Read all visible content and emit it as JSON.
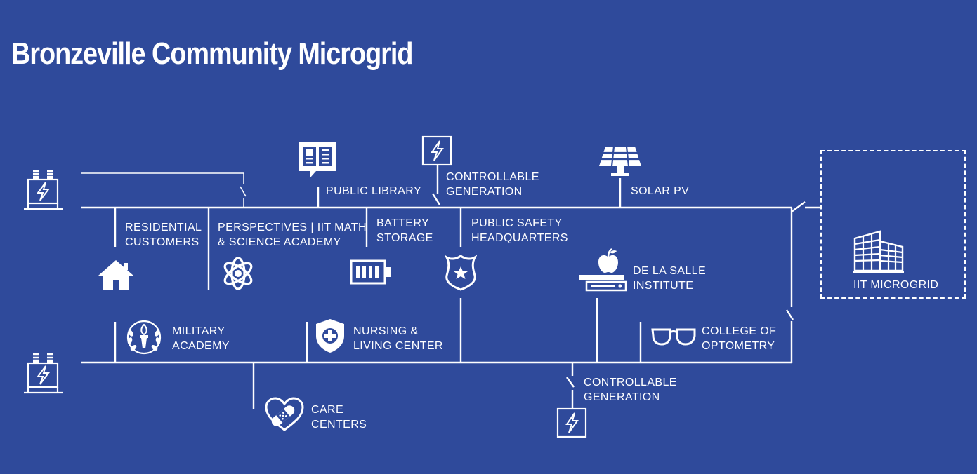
{
  "title": "Bronzeville Community Microgrid",
  "colors": {
    "background": "#2f4a9b",
    "foreground": "#ffffff"
  },
  "nodes": {
    "public_library": "PUBLIC LIBRARY",
    "controllable_generation_top": [
      "CONTROLLABLE",
      "GENERATION"
    ],
    "solar_pv": "SOLAR PV",
    "residential_customers": [
      "RESIDENTIAL",
      "CUSTOMERS"
    ],
    "perspectives": [
      "PERSPECTIVES | IIT MATH",
      "& SCIENCE ACADEMY"
    ],
    "battery_storage": [
      "BATTERY",
      "STORAGE"
    ],
    "public_safety": [
      "PUBLIC SAFETY",
      "HEADQUARTERS"
    ],
    "de_la_salle": [
      "DE LA SALLE",
      "INSTITUTE"
    ],
    "iit_microgrid": "IIT MICROGRID",
    "military_academy": [
      "MILITARY",
      "ACADEMY"
    ],
    "nursing": [
      "NURSING &",
      "LIVING CENTER"
    ],
    "college_optometry": [
      "COLLEGE OF",
      "OPTOMETRY"
    ],
    "controllable_generation_bottom": [
      "CONTROLLABLE",
      "GENERATION"
    ],
    "care_centers": [
      "CARE",
      "CENTERS"
    ]
  },
  "icons": {
    "substation_top": "transformer-icon",
    "substation_bottom": "transformer-icon",
    "public_library": "book-icon",
    "controllable_generation_top": "lightning-box-icon",
    "solar_pv": "solar-panel-icon",
    "residential_customers": "house-icon",
    "perspectives": "atom-icon",
    "battery_storage": "battery-icon",
    "public_safety": "police-badge-icon",
    "de_la_salle": "apple-books-icon",
    "iit_microgrid": "office-building-icon",
    "military_academy": "torch-wreath-icon",
    "nursing": "medical-shield-icon",
    "college_optometry": "eyeglasses-icon",
    "controllable_generation_bottom": "lightning-box-icon",
    "care_centers": "bandaged-heart-icon"
  }
}
